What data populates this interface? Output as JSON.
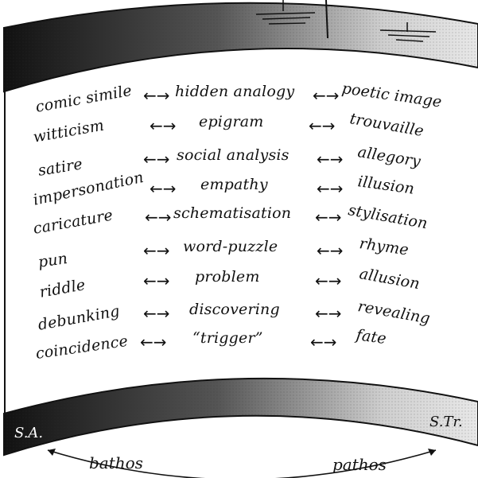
{
  "columns": {
    "left": [
      "comic simile",
      "witticism",
      "satire",
      "impersonation",
      "caricature",
      "pun",
      "riddle",
      "debunking",
      "coincidence"
    ],
    "middle": [
      "hidden analogy",
      "epigram",
      "social analysis",
      "empathy",
      "schematisation",
      "word-puzzle",
      "problem",
      "discovering",
      "“trigger”"
    ],
    "right": [
      "poetic image",
      "trouvaille",
      "allegory",
      "illusion",
      "stylisation",
      "rhyme",
      "allusion",
      "revealing",
      "fate"
    ]
  },
  "corners": {
    "bottom_left": "S.A.",
    "bottom_right": "S.Tr."
  },
  "bottom": {
    "left": "bathos",
    "right": "pathos"
  },
  "arrow_glyph": "←→"
}
